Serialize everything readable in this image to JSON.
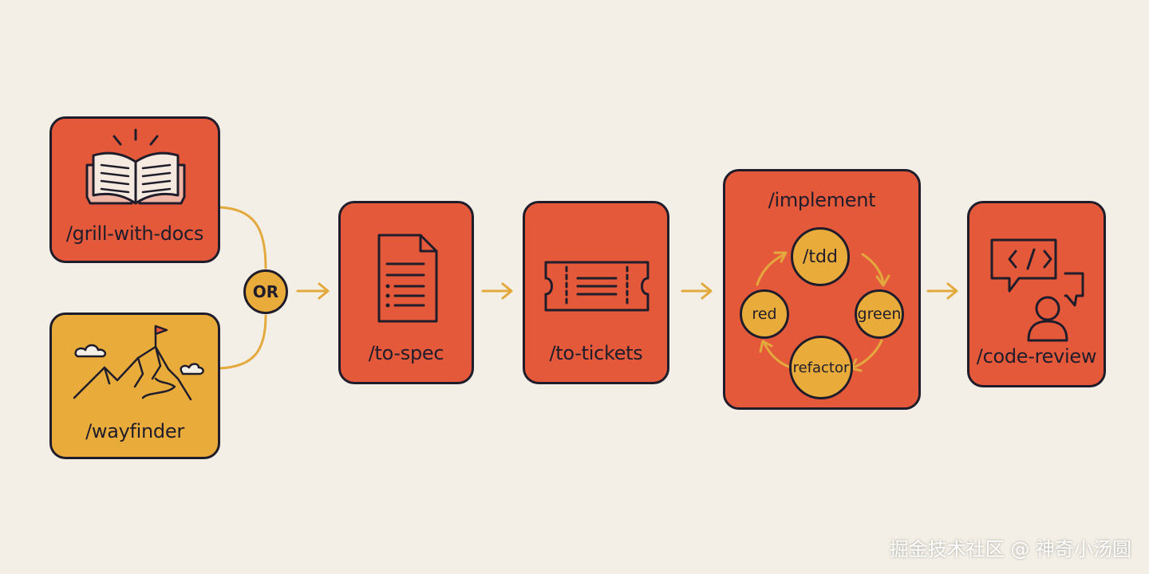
{
  "steps": {
    "grill": {
      "label": "/grill-with-docs",
      "icon": "open-book-icon"
    },
    "wayfinder": {
      "label": "/wayfinder",
      "icon": "mountain-flag-icon"
    },
    "or": "OR",
    "spec": {
      "label": "/to-spec",
      "icon": "document-icon"
    },
    "tickets": {
      "label": "/to-tickets",
      "icon": "ticket-icon"
    },
    "implement": {
      "label": "/implement",
      "cycle": {
        "tdd": "/tdd",
        "green": "green",
        "refactor": "refactor",
        "red": "red"
      }
    },
    "review": {
      "label": "/code-review",
      "icon": "code-review-icon"
    }
  },
  "watermark": "掘金技术社区 @ 神奇小汤圆",
  "colors": {
    "background": "#f3efe6",
    "primary_box": "#e5593b",
    "accent": "#e9ac3b",
    "outline": "#1f1d2b"
  }
}
